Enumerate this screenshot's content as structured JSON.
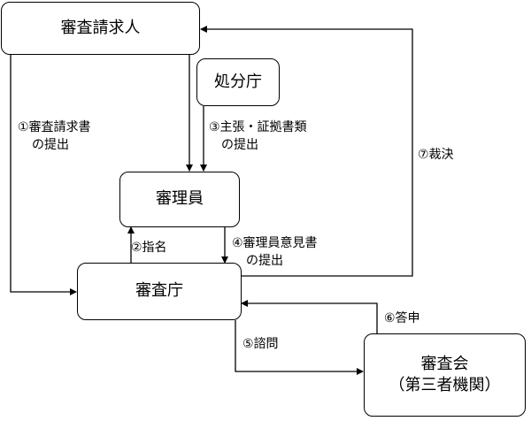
{
  "nodes": {
    "claimant": "審査請求人",
    "agency": "処分庁",
    "examiner": "審理員",
    "review_agency": "審査庁",
    "council": "審査会",
    "council_sub": "（第三者機関）"
  },
  "edges": {
    "e1_line1": "①審査請求書",
    "e1_line2": "の提出",
    "e2": "②指名",
    "e3_line1": "③主張・証拠書類",
    "e3_line2": "の提出",
    "e4_line1": "④審理員意見書",
    "e4_line2": "の提出",
    "e5": "⑤諮問",
    "e6": "⑥答申",
    "e7": "⑦裁決"
  }
}
